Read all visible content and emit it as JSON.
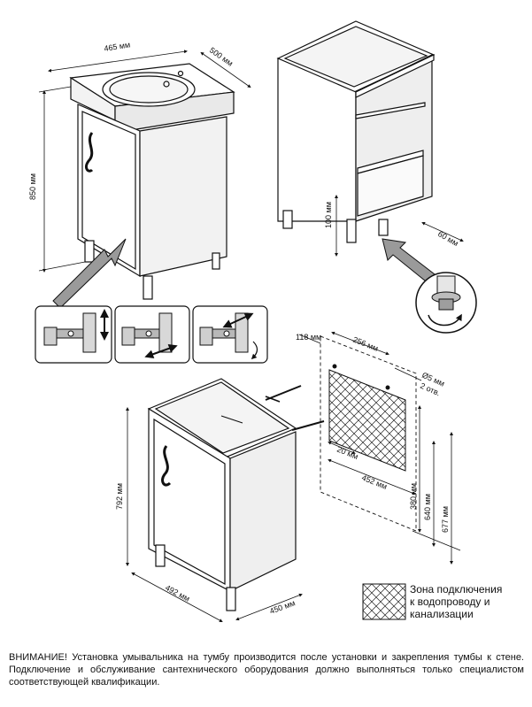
{
  "dimensions": {
    "top_cabinet": {
      "width": "465 мм",
      "depth": "500 мм",
      "height": "850 мм"
    },
    "frame": {
      "leg_height": "100 мм",
      "leg_offset": "60 мм"
    },
    "bottom_cabinet": {
      "height": "792 мм",
      "width": "492 мм",
      "depth": "450 мм"
    },
    "wall": {
      "left_offset": "118 мм",
      "zone_width": "256 мм",
      "holes": "Ø5 мм",
      "holes_count": "2 отв.",
      "hole_offset": "20 мм",
      "zone_span": "452 мм",
      "zone_height": "380 мм",
      "upper_height": "640 мм",
      "total_height": "677 мм"
    }
  },
  "legend": {
    "line1": "Зона подключения",
    "line2": "к водопроводу и",
    "line3": "канализации"
  },
  "warning": {
    "text": "ВНИМАНИЕ! Установка умывальника на тумбу производится после установки и закрепления тумбы к стене. Подключение и обслуживание сантехнического оборудования должно выполняться только специалистом соответствующей квалификации."
  },
  "icons": [
    "hinge-adjust-icon",
    "rotate-arrow-icon",
    "leg-adjust-icon"
  ]
}
